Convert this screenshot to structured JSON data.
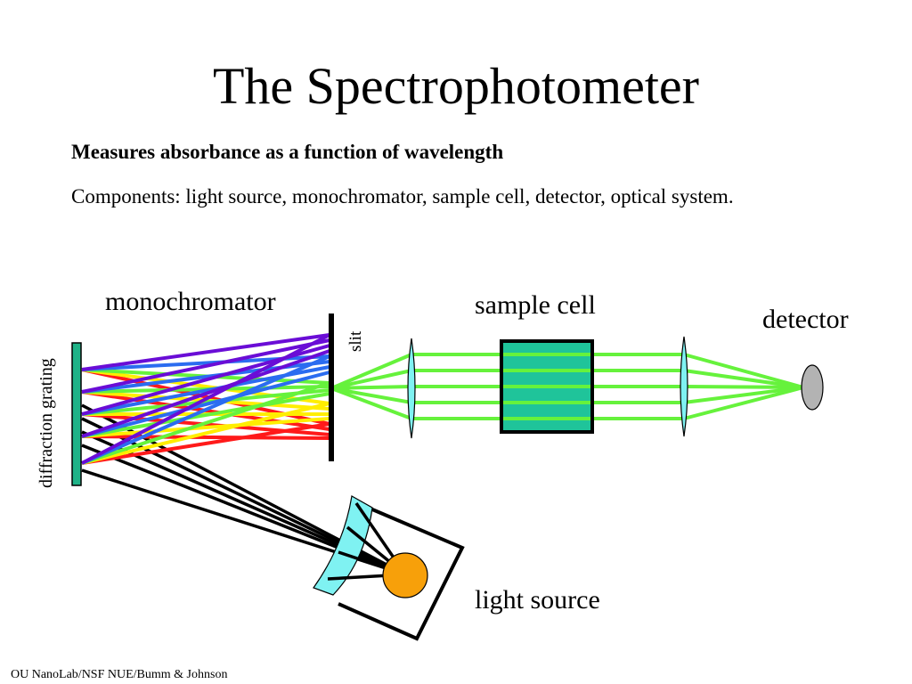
{
  "slide": {
    "title": "The Spectrophotometer",
    "subtitle": "Measures absorbance as a function of wavelength",
    "components_text": "Components:  light source, monochromator, sample cell, detector, optical system.",
    "footer": "OU NanoLab/NSF NUE/Bumm & Johnson"
  },
  "diagram": {
    "labels": {
      "monochromator": "monochromator",
      "sample_cell": "sample cell",
      "detector": "detector",
      "light_source": "light source",
      "slit": "slit",
      "diffraction_grating": "diffraction grating"
    },
    "colors": {
      "violet": "#6a0dd6",
      "blue": "#2b6cf0",
      "green_beam": "#66f23c",
      "yellow": "#ffee00",
      "red": "#ff1a1a",
      "grating": "#1fb388",
      "sample_cell": "#1fc49a",
      "lens": "#7ff2f2",
      "lamp": "#f7a00a",
      "detector": "#b3b3b3"
    }
  }
}
